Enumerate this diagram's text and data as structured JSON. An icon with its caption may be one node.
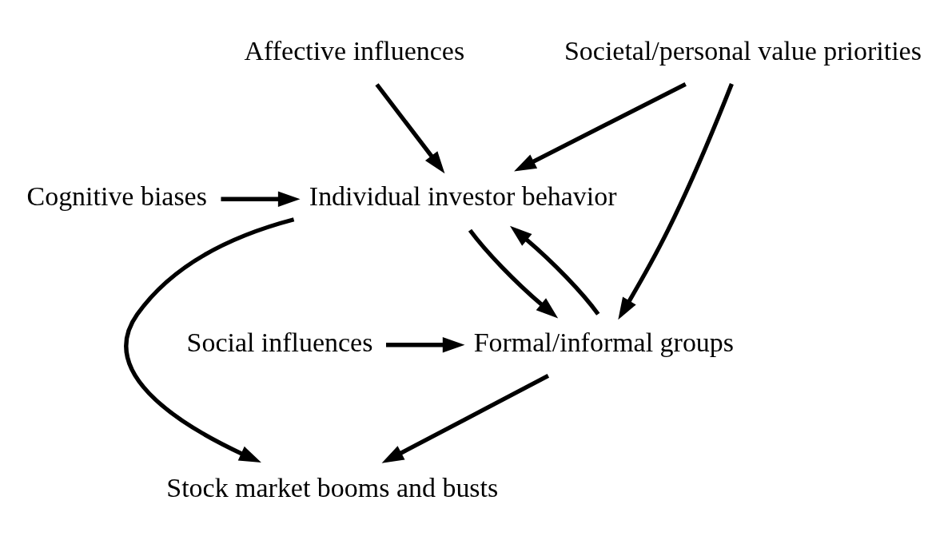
{
  "diagram": {
    "nodes": [
      {
        "text": [
          "Societal/personal value priorities"
        ]
      },
      {
        "text": [
          "Cognitive biases"
        ]
      },
      {
        "text": [
          "Affective influences"
        ]
      },
      {
        "text": [
          "Individual investor behavior"
        ]
      },
      {
        "text": [
          "Social influences"
        ]
      },
      {
        "text": [
          "Formal/informal groups"
        ]
      },
      {
        "text": [
          "Stock market booms and busts"
        ]
      }
    ],
    "edges": [
      {
        "from": 0,
        "to": 3,
        "arrow": "to"
      },
      {
        "from": 0,
        "to": 5,
        "arrow": "to"
      },
      {
        "from": 1,
        "to": 3,
        "arrow": "to"
      },
      {
        "from": 2,
        "to": 3,
        "arrow": "to"
      },
      {
        "from": 3,
        "to": 6,
        "arrow": "to"
      },
      {
        "from": 3,
        "to": 5,
        "arrow": "to"
      },
      {
        "from": 5,
        "to": 3,
        "arrow": "to"
      },
      {
        "from": 4,
        "to": 5,
        "arrow": "to"
      },
      {
        "from": 5,
        "to": 6,
        "arrow": "to"
      }
    ]
  }
}
